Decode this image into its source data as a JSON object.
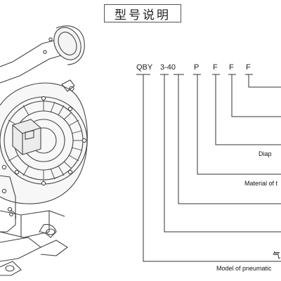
{
  "title": "型号说明",
  "model_code": {
    "segments": [
      "QBY",
      "3-40",
      "P",
      "F",
      "F",
      "F"
    ]
  },
  "labels": {
    "diaphragm": "Diap",
    "material": "Material of t",
    "chinese_fragment": "气",
    "model_of_pneumatic": "Model of pneumatic"
  },
  "colors": {
    "line": "#333333",
    "pump_stroke": "#444444",
    "pump_fill": "#f4f4f4"
  }
}
